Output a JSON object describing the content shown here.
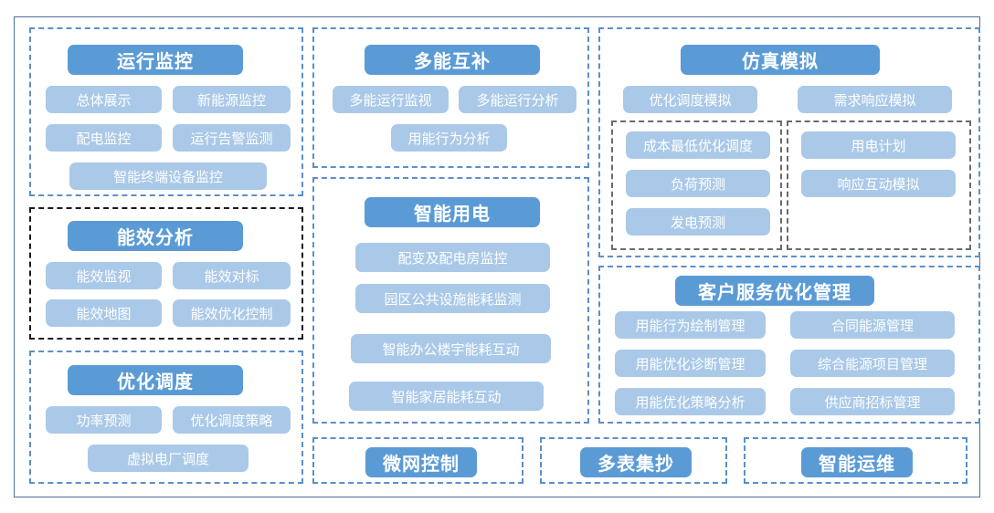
{
  "colors": {
    "header_blue": "#5b9bd5",
    "pill_blue": "#aac9e8",
    "dashed_blue": "#5b8fc9",
    "dashed_dark": "#1a1a1a",
    "dashed_gray": "#6b6b6b",
    "outer_frame": "#4a6f9e",
    "text_white": "#ffffff",
    "background": "#ffffff"
  },
  "groups": {
    "yunxing_jiankong": {
      "title": "运行监控",
      "items": [
        "总体展示",
        "新能源监控",
        "配电监控",
        "运行告警监测",
        "智能终端设备监控"
      ]
    },
    "nengxiao_fenxi": {
      "title": "能效分析",
      "items": [
        "能效监视",
        "能效对标",
        "能效地图",
        "能效优化控制"
      ]
    },
    "youhua_diaodu": {
      "title": "优化调度",
      "items": [
        "功率预测",
        "优化调度策略",
        "虚拟电厂调度"
      ]
    },
    "duoneng_hubu": {
      "title": "多能互补",
      "items": [
        "多能运行监视",
        "多能运行分析",
        "用能行为分析"
      ]
    },
    "zhineng_yongdian": {
      "title": "智能用电",
      "items": [
        "配变及配电房监控",
        "园区公共设施能耗监测",
        "智能办公楼宇能耗互动",
        "智能家居能耗互动"
      ]
    },
    "fangzhen_moni": {
      "title": "仿真模拟",
      "items": [
        "优化调度模拟",
        "需求响应模拟"
      ],
      "sub_left": {
        "items": [
          "成本最低优化调度",
          "负荷预测",
          "发电预测"
        ]
      },
      "sub_right": {
        "items": [
          "用电计划",
          "响应互动模拟"
        ]
      }
    },
    "kehu_fuwu": {
      "title": "客户服务优化管理",
      "items": [
        "用能行为绘制管理",
        "合同能源管理",
        "用能优化诊断管理",
        "综合能源项目管理",
        "用能优化策略分析",
        "供应商招标管理"
      ]
    },
    "weiwang_kongzhi": {
      "title": "微网控制"
    },
    "duobiao_jichao": {
      "title": "多表集抄"
    },
    "zhineng_yunwei": {
      "title": "智能运维"
    }
  }
}
